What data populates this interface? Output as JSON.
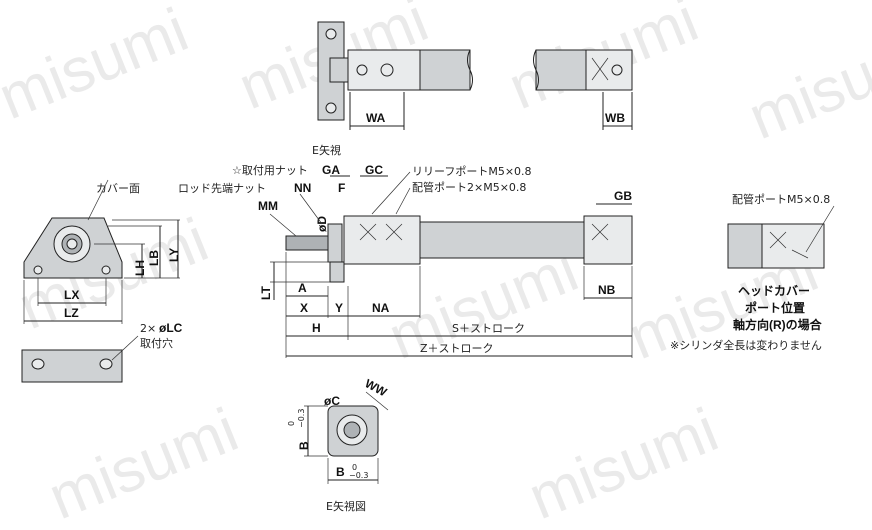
{
  "watermark": "misumi",
  "labels": {
    "cover_face": "カバー面",
    "e_view_arrow": "E矢視",
    "mount_nut": "☆取付用ナット",
    "rod_end_nut": "ロッド先端ナット",
    "relief_port": "リリーフポートM5×0.8",
    "piping_port_2": "配管ポート2×M5×0.8",
    "piping_port_1": "配管ポートM5×0.8",
    "head_cover_1": "ヘッドカバー",
    "head_cover_2": "ポート位置",
    "head_cover_3": "軸方向(R)の場合",
    "note": "※シリンダ全長は変わりません",
    "mount_hole_count": "2×",
    "mount_hole_label": "取付穴",
    "e_view_caption": "E矢視図"
  },
  "dimensions": {
    "WA": "WA",
    "WB": "WB",
    "GA": "GA",
    "GC": "GC",
    "GB": "GB",
    "NN": "NN",
    "MM": "MM",
    "F": "F",
    "D": "øD",
    "LH": "LH",
    "LB": "LB",
    "LY": "LY",
    "LX": "LX",
    "LZ": "LZ",
    "LC": "øLC",
    "LT": "LT",
    "A": "A",
    "X": "X",
    "Y": "Y",
    "H": "H",
    "NA": "NA",
    "NB": "NB",
    "S_stroke": "S＋ストローク",
    "Z_stroke": "Z＋ストローク",
    "WW": "WW",
    "C": "øC",
    "B": "B",
    "tol_upper": "0",
    "tol_lower": "−0.3"
  }
}
